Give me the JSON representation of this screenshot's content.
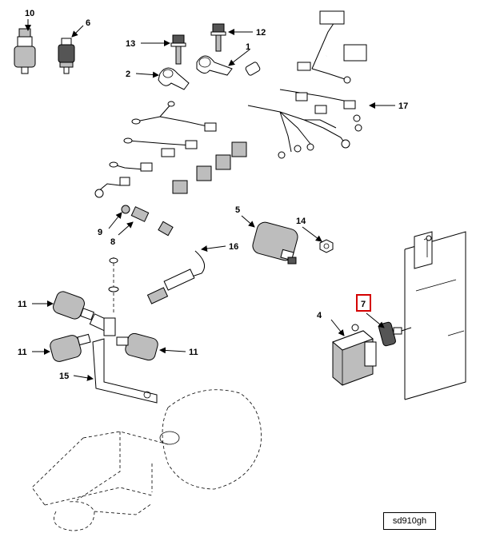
{
  "callouts": {
    "c1": "1",
    "c2": "2",
    "c4": "4",
    "c5": "5",
    "c6": "6",
    "c7": "7",
    "c8": "8",
    "c9": "9",
    "c10": "10",
    "c11a": "11",
    "c11b": "11",
    "c11c": "11",
    "c12": "12",
    "c13": "13",
    "c14": "14",
    "c15": "15",
    "c16": "16",
    "c17": "17"
  },
  "highlight_color": "#d40000",
  "figure_id": "sd910gh"
}
